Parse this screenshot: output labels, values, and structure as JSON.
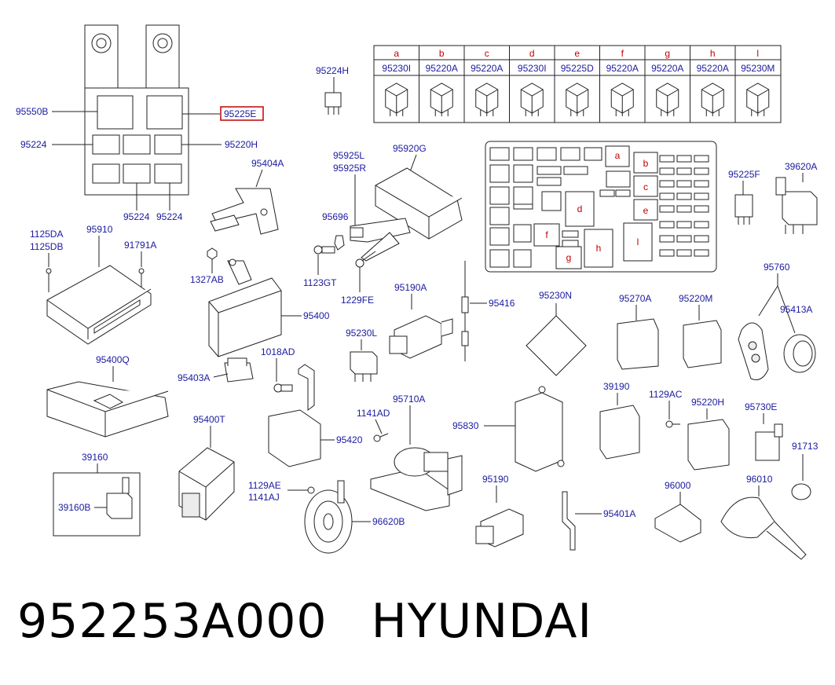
{
  "caption": {
    "part_number": "952253A000",
    "brand": "HYUNDAI"
  },
  "highlighted_part": "95225E",
  "relay_table": {
    "letters": [
      "a",
      "b",
      "c",
      "d",
      "e",
      "f",
      "g",
      "h",
      "l"
    ],
    "parts": [
      "95230I",
      "95220A",
      "95220A",
      "95230I",
      "95225D",
      "95220A",
      "95220A",
      "95220A",
      "95230M"
    ]
  },
  "fuse_box_letters": [
    "a",
    "b",
    "c",
    "d",
    "e",
    "f",
    "g",
    "h",
    "l"
  ],
  "part_labels": {
    "p95550B": "95550B",
    "p95224a": "95224",
    "p95224b": "95224",
    "p95224c": "95224",
    "p95220H_top": "95220H",
    "p95224H": "95224H",
    "p95404A": "95404A",
    "p95925L": "95925L",
    "p95925R": "95925R",
    "p95920G": "95920G",
    "p95696": "95696",
    "p1125DA": "1125DA",
    "p1125DB": "1125DB",
    "p95910": "95910",
    "p91791A": "91791A",
    "p1327AB": "1327AB",
    "p1123GT": "1123GT",
    "p1229FE": "1229FE",
    "p95400": "95400",
    "p95190A": "95190A",
    "p95416": "95416",
    "p95230N": "95230N",
    "p95270A": "95270A",
    "p95220M": "95220M",
    "p95225F": "95225F",
    "p39620A": "39620A",
    "p95760": "95760",
    "p95413A": "95413A",
    "p95230L": "95230L",
    "p1018AD": "1018AD",
    "p95403A": "95403A",
    "p95400Q": "95400Q",
    "p95400T": "95400T",
    "p95420": "95420",
    "p1141AD": "1141AD",
    "p95710A": "95710A",
    "p95830": "95830",
    "p39190": "39190",
    "p1129AC": "1129AC",
    "p95220H_bot": "95220H",
    "p95730E": "95730E",
    "p91713": "91713",
    "p39160": "39160",
    "p39160B": "39160B",
    "p1129AE": "1129AE",
    "p1141AJ": "1141AJ",
    "p96620B": "96620B",
    "p95190": "95190",
    "p95401A": "95401A",
    "p96000": "96000",
    "p96010": "96010"
  },
  "colors": {
    "label": "#1a1aa0",
    "relay_letter": "#c00000",
    "highlight_border": "#c00000",
    "line": "#222222"
  }
}
